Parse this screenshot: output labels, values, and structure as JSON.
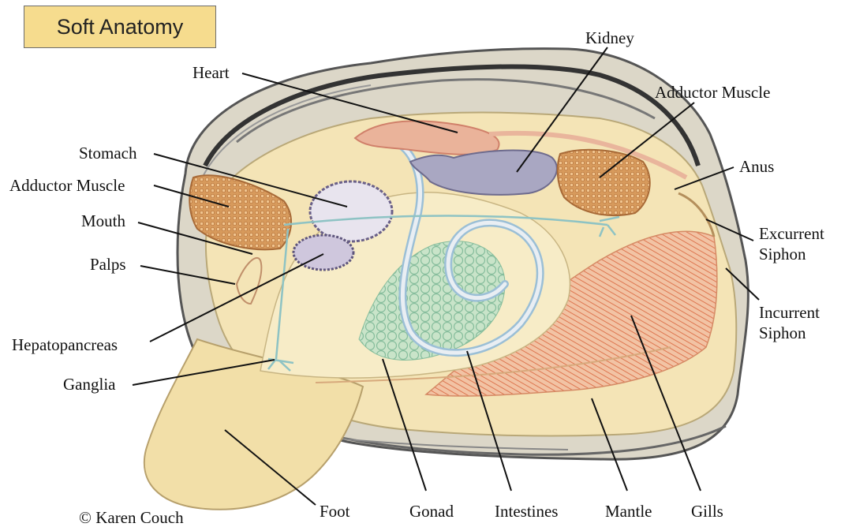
{
  "title": "Soft Anatomy",
  "labels": {
    "heart": "Heart",
    "kidney": "Kidney",
    "adductor_right": "Adductor Muscle",
    "stomach": "Stomach",
    "adductor_left": "Adductor Muscle",
    "anus": "Anus",
    "mouth": "Mouth",
    "excurrent_1": "Excurrent",
    "excurrent_2": "Siphon",
    "palps": "Palps",
    "incurrent_1": "Incurrent",
    "incurrent_2": "Siphon",
    "hepatopancreas": "Hepatopancreas",
    "ganglia": "Ganglia",
    "foot": "Foot",
    "gonad": "Gonad",
    "intestines": "Intestines",
    "mantle": "Mantle",
    "gills": "Gills"
  },
  "credit": "© Karen Couch",
  "colors": {
    "title_bg": "#f6dc8e",
    "body": "#f5e7b8",
    "gills": "#e58d6a",
    "muscle": "#c9874c",
    "kidney": "#a9a7c2",
    "heart": "#e8a98f",
    "gonad": "#a6d4b4",
    "intestine": "#8fb8d3"
  }
}
